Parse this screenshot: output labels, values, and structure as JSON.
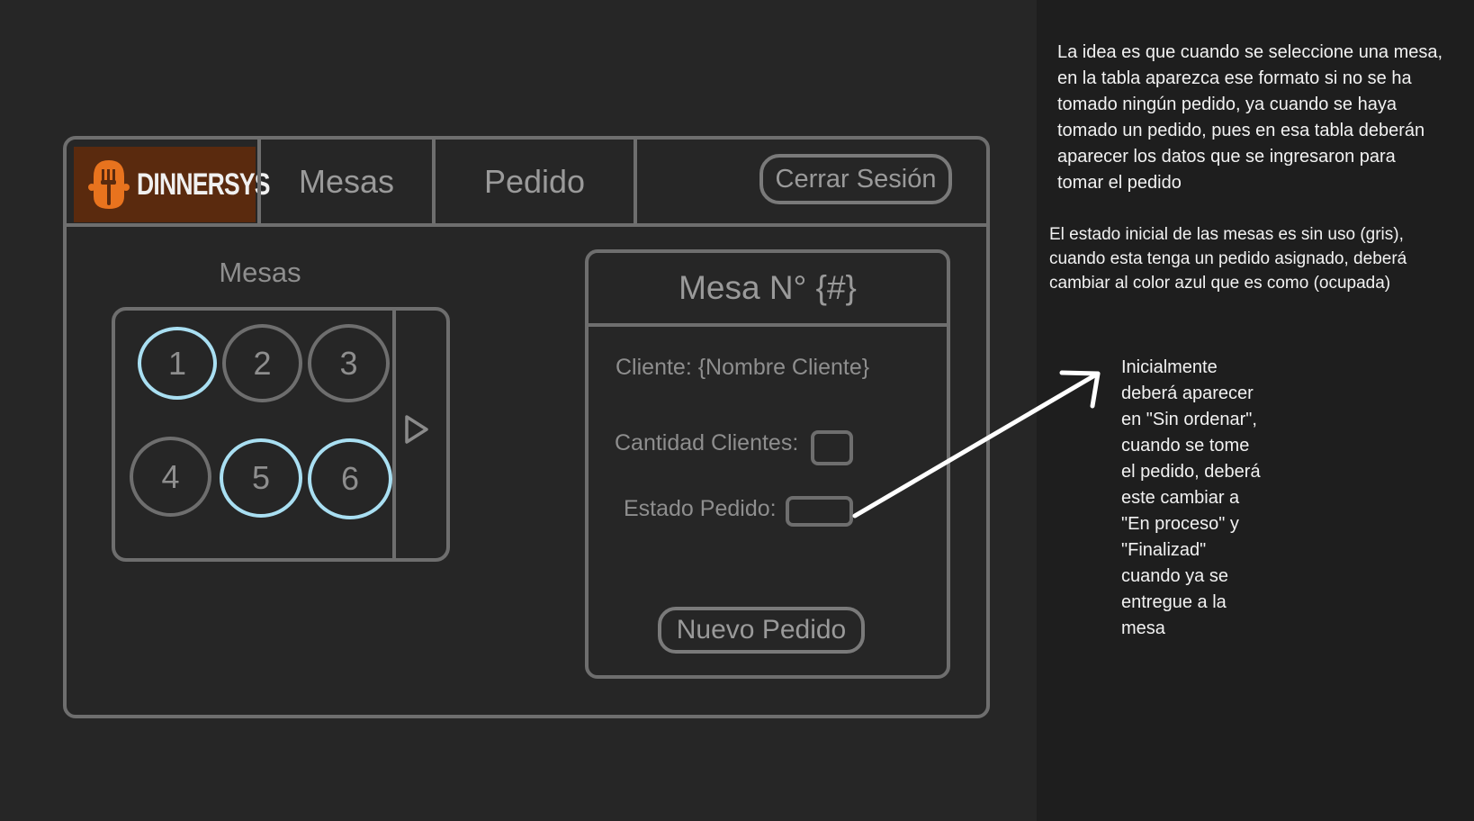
{
  "app": {
    "logo_text": "DINNERSYS",
    "brand_color": "#e8731e"
  },
  "nav": {
    "tabs": [
      "Mesas",
      "Pedido"
    ],
    "logout_label": "Cerrar Sesión"
  },
  "tables_panel": {
    "title": "Mesas",
    "tables": [
      {
        "number": "1",
        "status": "ocupada"
      },
      {
        "number": "2",
        "status": "sin uso"
      },
      {
        "number": "3",
        "status": "sin uso"
      },
      {
        "number": "4",
        "status": "sin uso"
      },
      {
        "number": "5",
        "status": "ocupada"
      },
      {
        "number": "6",
        "status": "ocupada"
      }
    ],
    "next_icon": "play-triangle-icon",
    "status_colors": {
      "ocupada": "#a9dff2",
      "sin uso": "#6e6e6e"
    }
  },
  "detail": {
    "title": "Mesa N° {#}",
    "client_label": "Cliente: {Nombre Cliente}",
    "count_label": "Cantidad Clientes:",
    "count_value": "",
    "status_label": "Estado Pedido:",
    "status_value": "",
    "new_order_label": "Nuevo Pedido"
  },
  "notes": {
    "note1": "La idea es que cuando se seleccione una mesa,\nen la tabla aparezca ese formato si no se ha\ntomado ningún pedido, ya cuando se haya\ntomado un pedido, pues en esa tabla deberán\naparecer los datos que se ingresaron para\ntomar el pedido",
    "note2": "El estado inicial de las mesas es sin uso (gris),\ncuando esta tenga un pedido asignado, deberá\ncambiar al color azul que es como (ocupada)",
    "note3": "Inicialmente\ndeberá aparecer\nen \"Sin ordenar\",\ncuando se tome\nel pedido, deberá\neste cambiar a\n\"En proceso\" y\n\"Finalizad\"\ncuando ya se\nentregue a la\nmesa"
  }
}
